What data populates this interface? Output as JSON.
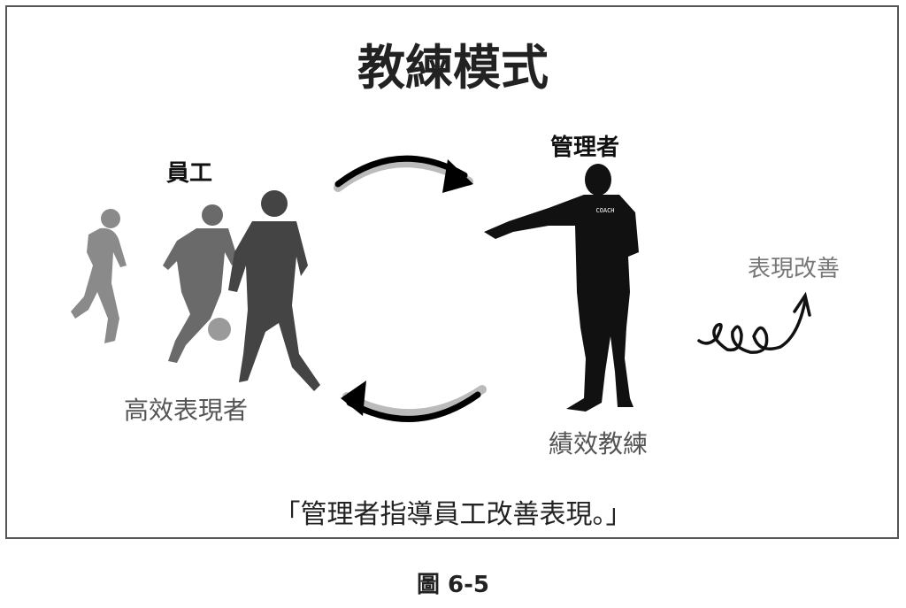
{
  "title": "教練模式",
  "employee_label": "員工",
  "manager_label": "管理者",
  "high_performer_label": "高效表現者",
  "performance_coach_label": "績效教練",
  "improvement_label": "表現改善",
  "shirt_text": "COACH",
  "quote": "「管理者指導員工改善表現。」",
  "figure_caption": "圖 6-5",
  "icons": [
    "arrow-curved-right-icon",
    "arrow-curved-left-icon",
    "squiggle-up-arrow-icon",
    "players-silhouette",
    "coach-silhouette"
  ]
}
